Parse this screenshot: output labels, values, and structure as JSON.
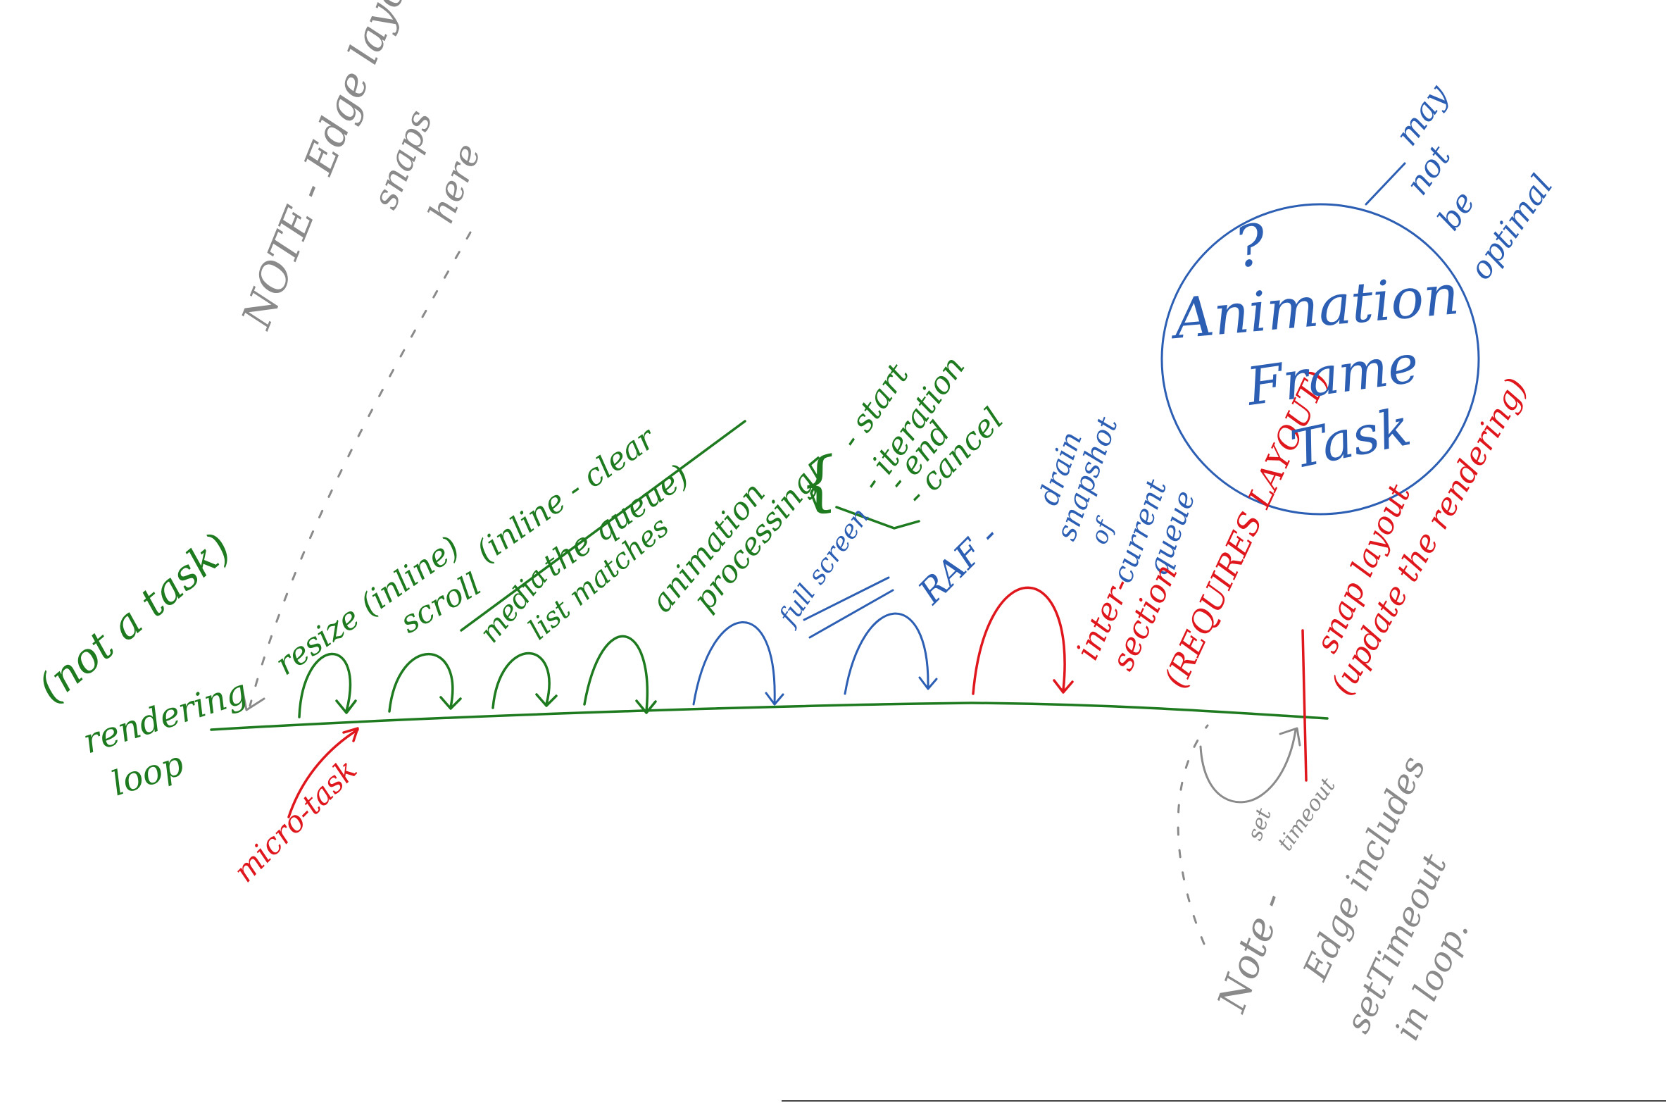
{
  "labels": {
    "not_a_task": "(not a task)",
    "rendering": "rendering",
    "loop": "loop",
    "resize": "resize (inline)",
    "scroll": "scroll",
    "inline_clear": "(inline - clear",
    "the_queue": "the queue)",
    "media": "media",
    "list_matches": "list matches",
    "animation": "animation",
    "processing": "processing",
    "full_screen": "full screen",
    "brace": "{",
    "start": "- start",
    "iteration": "- iteration",
    "end": "- end",
    "cancel": "- cancel",
    "raf": "RAF -",
    "drain": "drain",
    "snapshot": "snapshot",
    "of": "of",
    "current": "current",
    "queue": "queue",
    "inter": "inter-",
    "section": "section",
    "requires_layout": "(REQUIRES LAYOUT)",
    "snap_layout": "snap layout",
    "update_rendering": "(update the rendering)",
    "micro_task": "micro-task",
    "animation_frame": "Animation",
    "frame": "Frame",
    "task": "Task",
    "question_mark": "?",
    "may": "may",
    "not": "not",
    "be": "be",
    "optimal": "optimal",
    "note_edge": "NOTE - Edge layout",
    "snaps": "snaps",
    "here": "here",
    "set": "set",
    "timeout": "timeout",
    "note2": "Note -",
    "edge_includes": "Edge includes",
    "settimeout": "setTimeout",
    "in_loop": "in loop."
  },
  "colors": {
    "green": "#1e7a1e",
    "blue": "#2c5fb3",
    "red": "#e0161d",
    "gray": "#8a8a8a"
  }
}
